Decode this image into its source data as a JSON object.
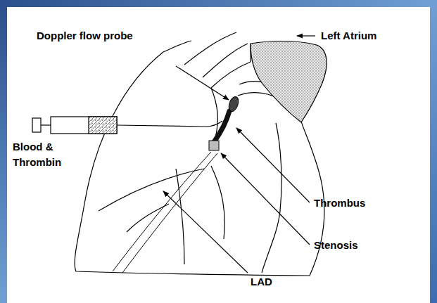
{
  "diagram": {
    "labels": [
      "Doppler flow probe",
      "Left Atrium",
      "Blood & Thrombin",
      "Thrombus",
      "Stenosis",
      "LAD"
    ]
  }
}
